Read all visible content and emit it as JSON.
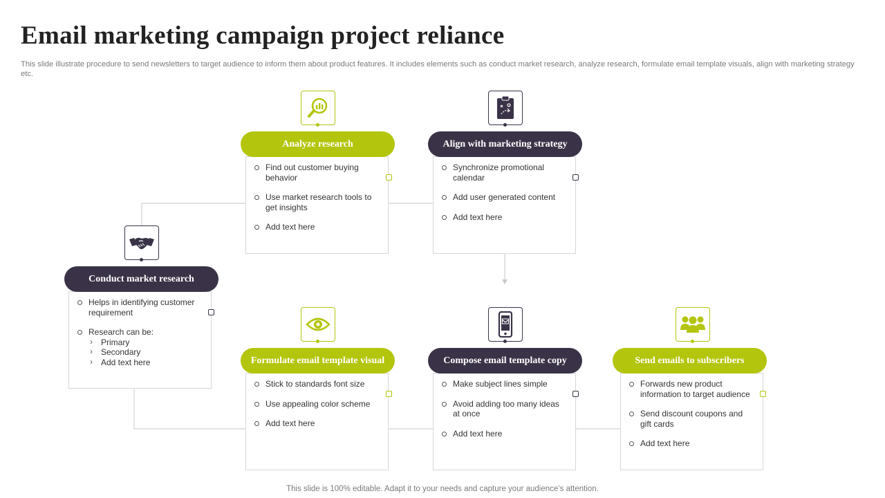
{
  "title": "Email marketing campaign project reliance",
  "subtitle": "This slide illustrate procedure to send newsletters to target audience to inform them about product features. It includes elements such as conduct market research, analyze research, formulate email template visuals, align with marketing strategy etc.",
  "footer": "This slide is 100% editable. Adapt it to your needs and capture your audience’s attention.",
  "colors": {
    "green": "#b3c50c",
    "dark": "#3a3347",
    "border": "#d6d6d6"
  },
  "steps": [
    {
      "title": "Conduct market research",
      "theme": "dark",
      "icon": "handshake-icon",
      "items": [
        "Helps in identifying customer requirement",
        "Research can be:"
      ],
      "subitems": [
        "Primary",
        "Secondary",
        "Add text here"
      ]
    },
    {
      "title": "Analyze research",
      "theme": "green",
      "icon": "magnify-chart-icon",
      "items": [
        "Find out customer buying behavior",
        "Use market research tools to get insights",
        "Add text here"
      ]
    },
    {
      "title": "Align with marketing strategy",
      "theme": "dark",
      "icon": "strategy-clipboard-icon",
      "items": [
        "Synchronize promotional calendar",
        "Add user generated content",
        "Add text here"
      ]
    },
    {
      "title": "Formulate email template visual",
      "theme": "green",
      "icon": "eye-icon",
      "items": [
        "Stick to standards font size",
        "Use appealing color scheme",
        "Add text here"
      ]
    },
    {
      "title": "Compose email template copy",
      "theme": "dark",
      "icon": "mobile-email-icon",
      "items": [
        "Make subject lines simple",
        "Avoid adding too many ideas at once",
        "Add text here"
      ]
    },
    {
      "title": "Send emails to subscribers",
      "theme": "green",
      "icon": "subscribers-group-icon",
      "items": [
        "Forwards new product information to target audience",
        "Send discount coupons and gift cards",
        "Add text here"
      ]
    }
  ]
}
